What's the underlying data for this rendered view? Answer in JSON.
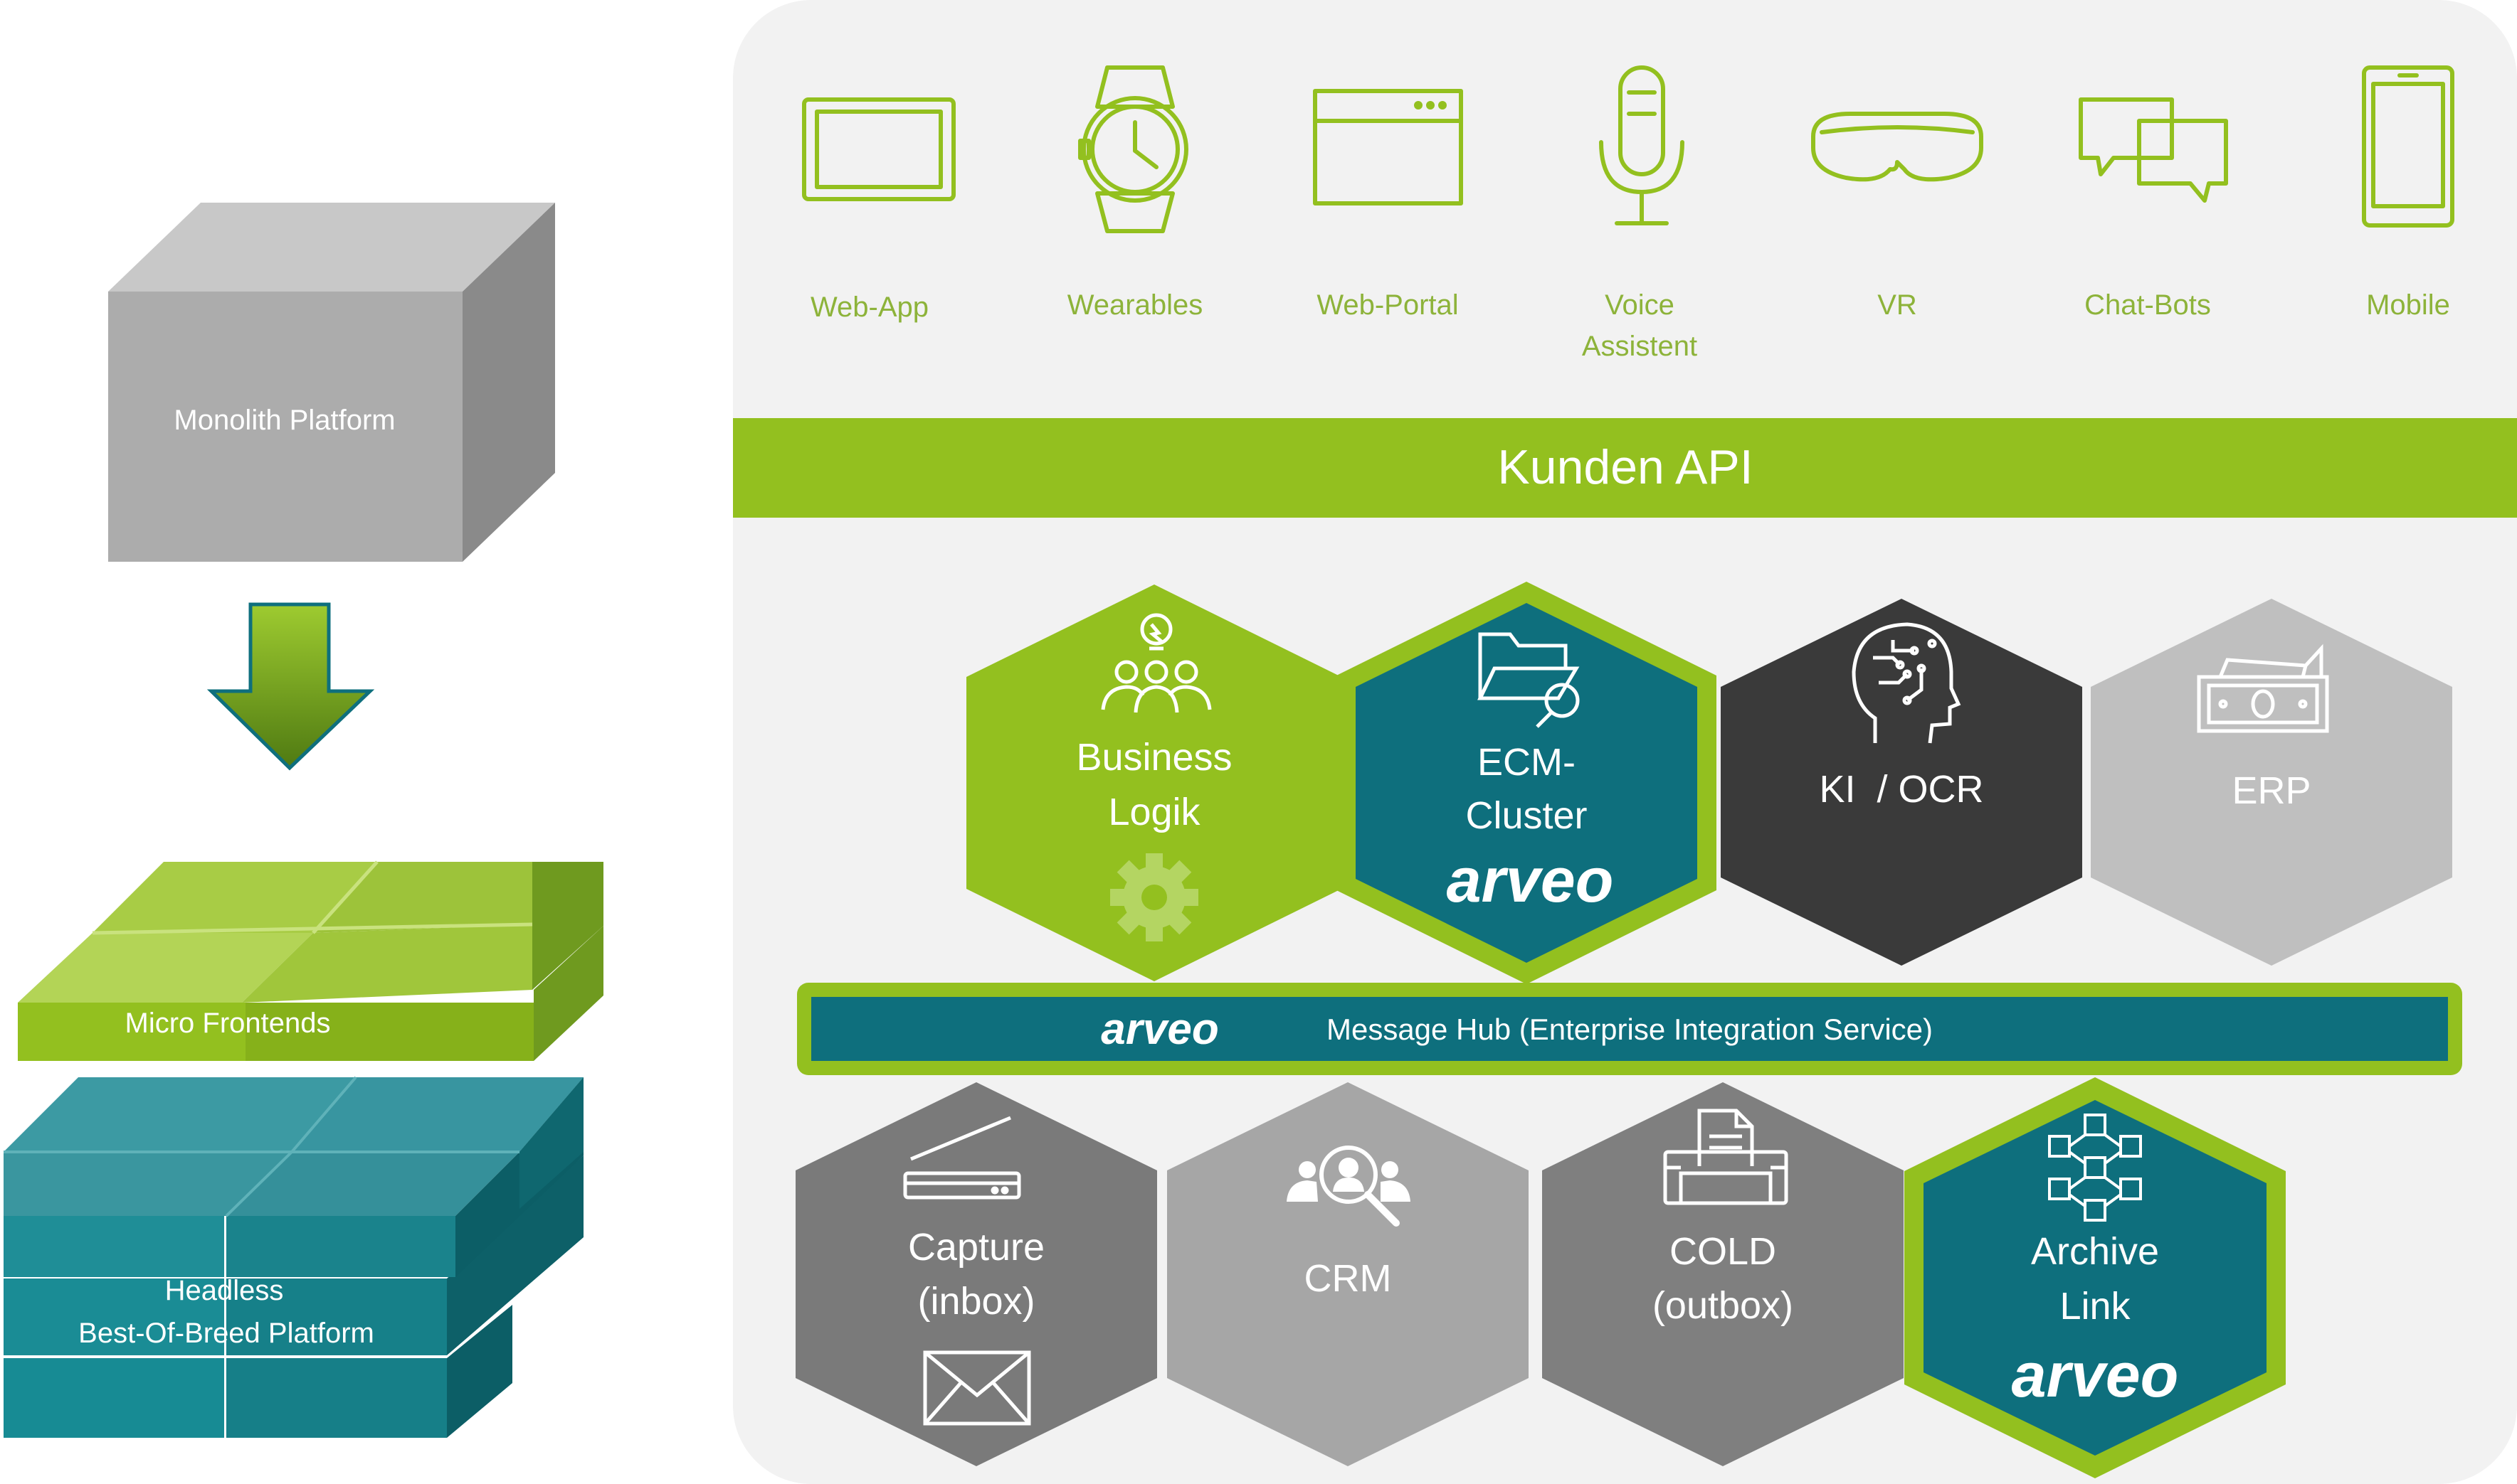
{
  "left": {
    "monolith_label": "Monolith Platform",
    "micro_frontends_label": "Micro Frontends",
    "headless_line1": "Headless",
    "headless_line2": "Best-Of-Breed Platform"
  },
  "channels": [
    {
      "label": "Web-App",
      "icon": "tablet-icon"
    },
    {
      "label": "Wearables",
      "icon": "watch-icon"
    },
    {
      "label": "Web-Portal",
      "icon": "browser-window-icon"
    },
    {
      "label": "Voice",
      "label2": "Assistent",
      "icon": "microphone-icon"
    },
    {
      "label": "VR",
      "icon": "vr-glasses-icon"
    },
    {
      "label": "Chat-Bots",
      "icon": "chat-bubbles-icon"
    },
    {
      "label": "Mobile",
      "icon": "smartphone-icon"
    }
  ],
  "api_bar": "Kunden API",
  "top_hexes": [
    {
      "line1": "Business",
      "line2": "Logik",
      "color": "#93c01f",
      "icon": "team-idea-icon"
    },
    {
      "line1": "ECM-",
      "line2": "Cluster",
      "color": "#0e6f7d",
      "icon": "folder-search-icon",
      "logo": "arveo"
    },
    {
      "line1": "KI  / OCR",
      "color": "#3a3a3a",
      "icon": "ai-head-icon"
    },
    {
      "line1": "ERP",
      "color": "#bfbfbf",
      "icon": "banknote-icon"
    }
  ],
  "message_hub": {
    "logo": "arveo",
    "label": "Message Hub (Enterprise Integration Service)"
  },
  "bottom_hexes": [
    {
      "line1": "Capture",
      "line2": "(inbox)",
      "color": "#7a7a7a",
      "icon": "scanner-icon"
    },
    {
      "line1": "CRM",
      "color": "#a6a6a6",
      "icon": "customer-search-icon"
    },
    {
      "line1": "COLD",
      "line2": "(outbox)",
      "color": "#7f7f7f",
      "icon": "printer-icon"
    },
    {
      "line1": "Archive",
      "line2": "Link",
      "color": "#0e6f7d",
      "icon": "blockchain-icon",
      "logo": "arveo"
    }
  ],
  "colors": {
    "green": "#93c01f",
    "teal": "#0e6f7d",
    "panel": "#f2f2f2",
    "channel_text": "#8db33a"
  }
}
